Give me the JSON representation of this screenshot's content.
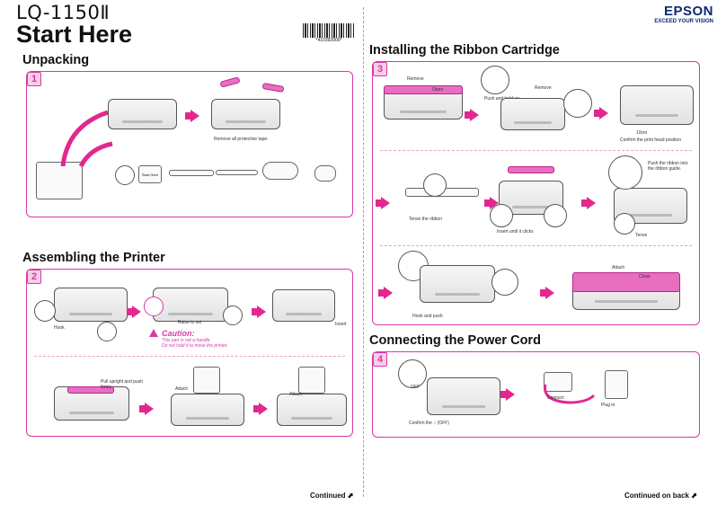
{
  "header": {
    "model": "LQ-1150Ⅱ",
    "title": "Start Here",
    "barcode_number": "*410393900*",
    "brand": "EPSON",
    "tagline": "EXCEED YOUR VISION"
  },
  "sections": {
    "unpacking": {
      "title": "Unpacking",
      "step": "1",
      "caption_tape": "Remove all protective tape.",
      "box_label": "Start Here"
    },
    "assembling": {
      "title": "Assembling the Printer",
      "step": "2",
      "captions": {
        "hook": "Hook",
        "raise": "Raise to set",
        "insert": "Insert",
        "pull": "Pull upright and push firmly",
        "attach1": "Attach",
        "attach2": "Attach"
      },
      "caution_title": "Caution:",
      "caution_line1": "This part is not a handle.",
      "caution_line2": "Do not hold it to move the printer."
    },
    "ribbon": {
      "title": "Installing the Ribbon Cartridge",
      "step": "3",
      "captions": {
        "remove1": "Remove",
        "open": "Open",
        "push_hold": "Push and hold up",
        "remove2": "Remove",
        "distance": "10cm",
        "confirm_head": "Confirm the print head position",
        "tense": "Tense the ribbon",
        "insert_click": "Insert until it clicks",
        "push_guide": "Push the ribbon into the ribbon guide.",
        "tense2": "Tense",
        "hook_push": "Hook and push",
        "attach": "Attach",
        "close": "Close"
      }
    },
    "power": {
      "title": "Connecting the Power Cord",
      "step": "4",
      "captions": {
        "off": "OFF",
        "confirm_off": "Confirm the ○ (OFF)",
        "connect": "Connect",
        "plug": "Plug in"
      }
    }
  },
  "footer": {
    "continued_left": "Continued",
    "continued_right": "Continued on back"
  },
  "colors": {
    "accent": "#d63aa6",
    "arrow": "#e2288f",
    "brand": "#0d2a6e"
  }
}
